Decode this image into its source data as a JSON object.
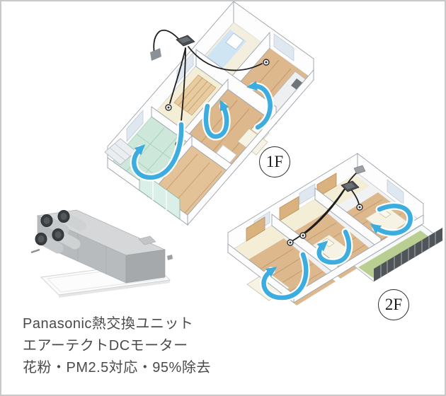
{
  "frame": {
    "background": "#ffffff",
    "border_color": "#c9c9c9"
  },
  "floorplans": [
    {
      "name": "first-floor-airflow",
      "label": "1F"
    },
    {
      "name": "second-floor-airflow",
      "label": "2F"
    }
  ],
  "caption": {
    "lines": [
      "Panasonic熱交換ユニット",
      "エアーテクトDCモーター",
      "花粉・PM2.5対応・95%除去"
    ]
  },
  "colors": {
    "airflow": "#3cadde",
    "duct": "#1d1d1d",
    "wood_floor": "#ddb88d",
    "tatami_green": "#cde8da",
    "balcony_green": "#b9cf92",
    "wall_shadow": "#dfe8f0",
    "outline_gray": "#9aa2ab",
    "caption_text": "#4a4a4a",
    "frame_border": "#c9c9c9"
  }
}
